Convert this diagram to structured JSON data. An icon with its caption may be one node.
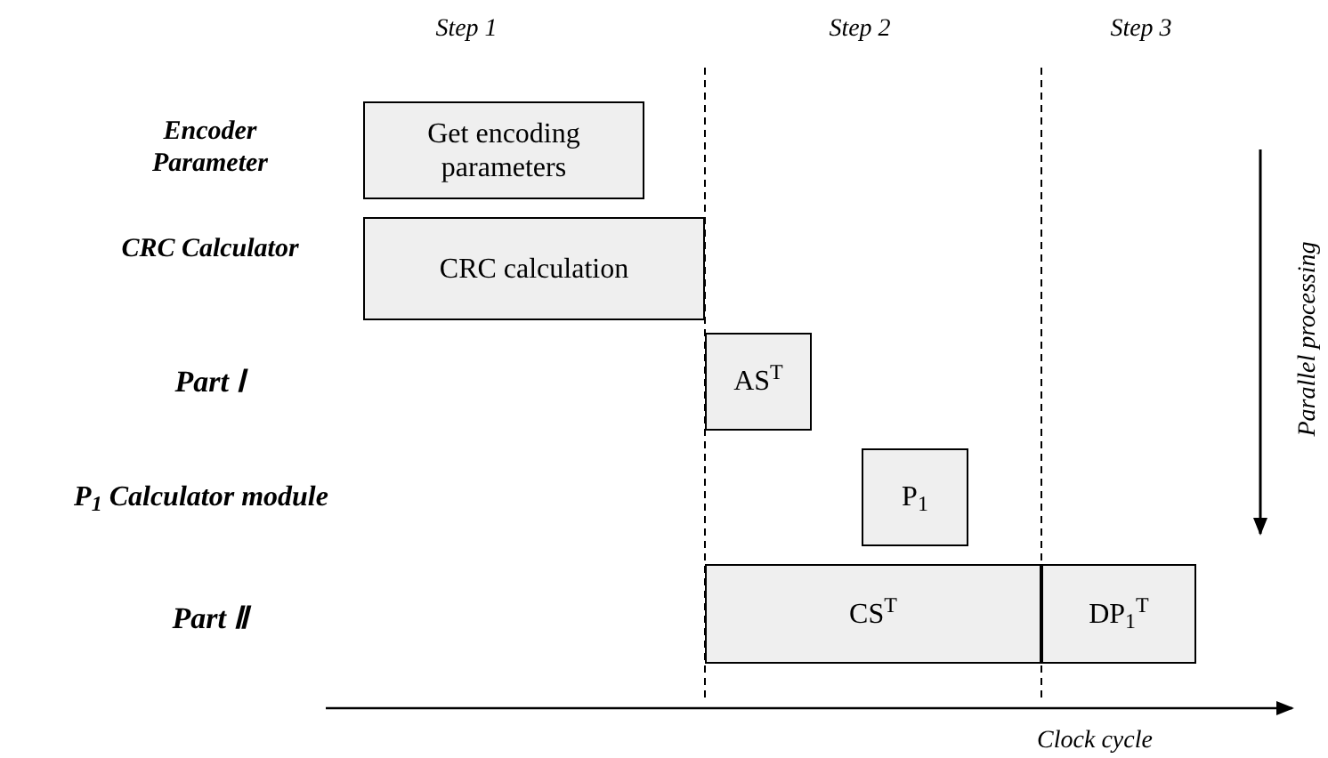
{
  "diagram": {
    "nodes": [
      {
        "text": [
          "Get encoding parameters"
        ]
      },
      {
        "text": [
          "CRC calculation"
        ]
      },
      {
        "text": [
          "AS$^{T}$"
        ]
      },
      {
        "text": [
          "P$_{1}$"
        ]
      },
      {
        "text": [
          "CS$^{T}$"
        ]
      },
      {
        "text": [
          "DP$_{1}$$^{T}$"
        ]
      }
    ],
    "labels": [
      "Step 1",
      "Step 2",
      "Step 3",
      "Encoder Parameter",
      "CRC Calculator",
      "Part Ⅰ",
      "P$_{1}$ Calculator module",
      "Part Ⅱ",
      "Parallel processing",
      "Clock cycle"
    ]
  }
}
